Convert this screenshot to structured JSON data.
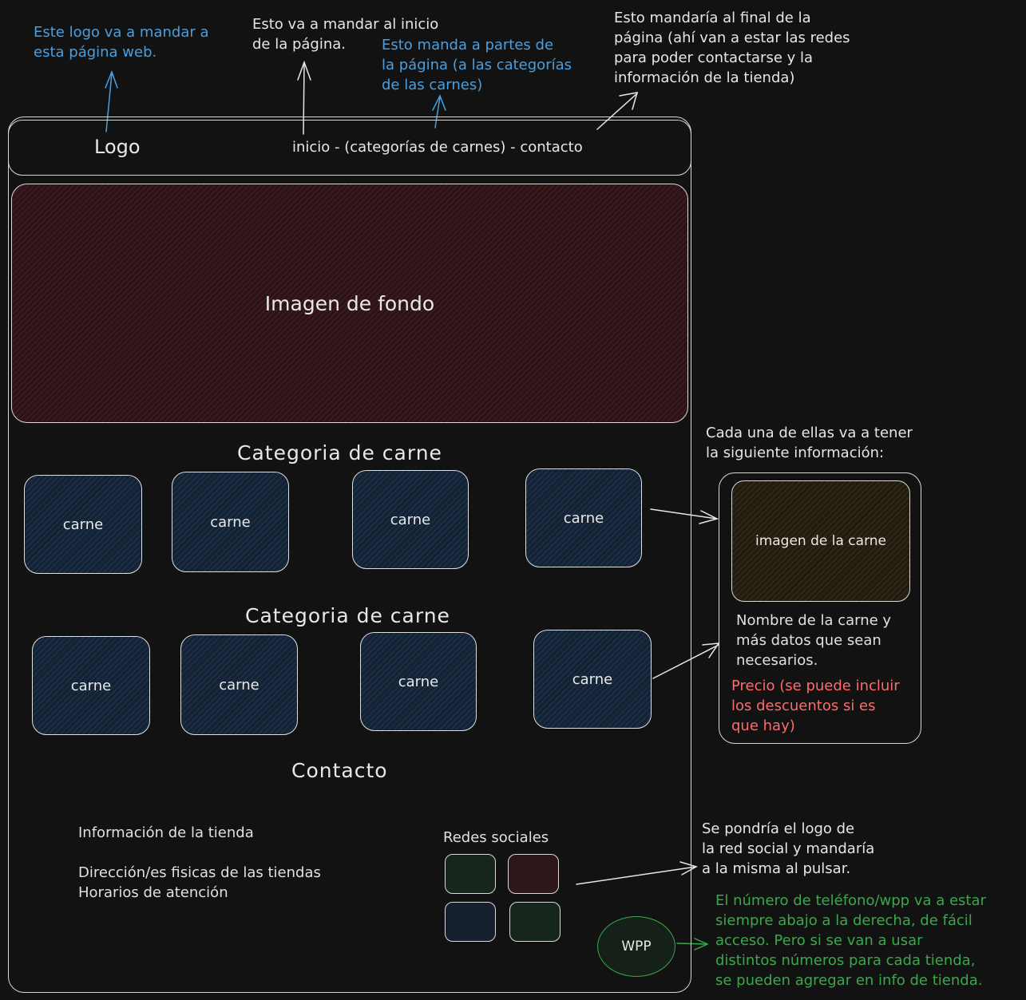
{
  "notes": {
    "logo": "Este logo va a mandar a\nesta página web.",
    "inicio": "Esto va a mandar al inicio\nde la página.",
    "categorias": "Esto manda a partes de\nla página (a las categorías\nde las carnes)",
    "contacto": "Esto mandaría al final de la\npágina (ahí van a estar las redes\npara poder contactarse y la\ninformación de la tienda)",
    "card_info": "Cada una de ellas va a tener\nla siguiente información:",
    "social": "Se pondría el logo de\nla red social y mandaría\na la misma al pulsar.",
    "wpp": "El número de teléfono/wpp va a estar\nsiempre abajo a la derecha, de fácil\nacceso. Pero si se van a usar\ndistintos números para cada tienda,\nse pueden agregar en info de tienda."
  },
  "header": {
    "logo": "Logo",
    "nav": "inicio - (categorías de carnes) - contacto"
  },
  "hero": {
    "label": "Imagen de fondo"
  },
  "categories": [
    {
      "title": "Categoria de carne",
      "items": [
        "carne",
        "carne",
        "carne",
        "carne"
      ]
    },
    {
      "title": "Categoria de carne",
      "items": [
        "carne",
        "carne",
        "carne",
        "carne"
      ]
    }
  ],
  "detail_card": {
    "image_label": "imagen de la carne",
    "description": "Nombre de la carne y\nmás datos que sean\nnecesarios.",
    "price": "Precio (se puede incluir\nlos descuentos si es\nque hay)"
  },
  "contact": {
    "title": "Contacto",
    "store_info": "Información de la tienda",
    "addresses": "Dirección/es fisicas de las tiendas",
    "hours": "Horarios de atención",
    "social_title": "Redes sociales",
    "wpp_label": "WPP"
  },
  "colors": {
    "hero_fill": "#3a1a1e",
    "card_fill": "#152233",
    "detail_image_fill": "#2a2214",
    "social_fills": [
      "#1a2e1e",
      "#3a1e22",
      "#1a2638",
      "#1a2e1e"
    ],
    "wpp_border": "#3aa84a"
  }
}
